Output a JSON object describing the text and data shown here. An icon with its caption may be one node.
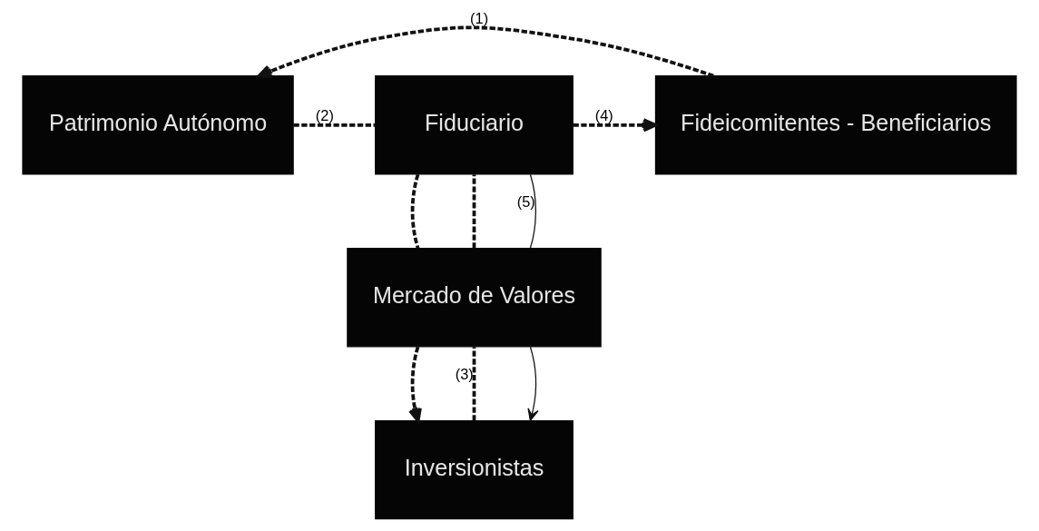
{
  "diagram": {
    "nodes": [
      {
        "text": [
          "Patrimonio Autónomo"
        ]
      },
      {
        "text": [
          "Fiduciario"
        ]
      },
      {
        "text": [
          "Fideicomitentes - Beneficiarios"
        ]
      },
      {
        "text": [
          "Mercado de Valores"
        ]
      },
      {
        "text": [
          "Inversionistas"
        ]
      }
    ],
    "edges": [
      {
        "from": 2,
        "to": 0,
        "arrow": "to",
        "label": "(1)",
        "style": "dashed"
      },
      {
        "from": 0,
        "to": 1,
        "arrow": "none",
        "label": "(2)",
        "style": "dashed"
      },
      {
        "from": 1,
        "to": 3,
        "arrow": "none",
        "style": "dashed"
      },
      {
        "from": 3,
        "to": 4,
        "arrow": "to",
        "style": "dashed"
      },
      {
        "from": 4,
        "to": 3,
        "arrow": "none",
        "label": "(3)",
        "style": "dashed"
      },
      {
        "from": 3,
        "to": 1,
        "arrow": "none",
        "style": "dashed"
      },
      {
        "from": 1,
        "to": 2,
        "arrow": "to",
        "label": "(4)",
        "style": "dashed"
      },
      {
        "from": 1,
        "to": 3,
        "arrow": "none",
        "label": "(5)"
      },
      {
        "from": 3,
        "to": 4,
        "arrow": "to"
      }
    ]
  }
}
